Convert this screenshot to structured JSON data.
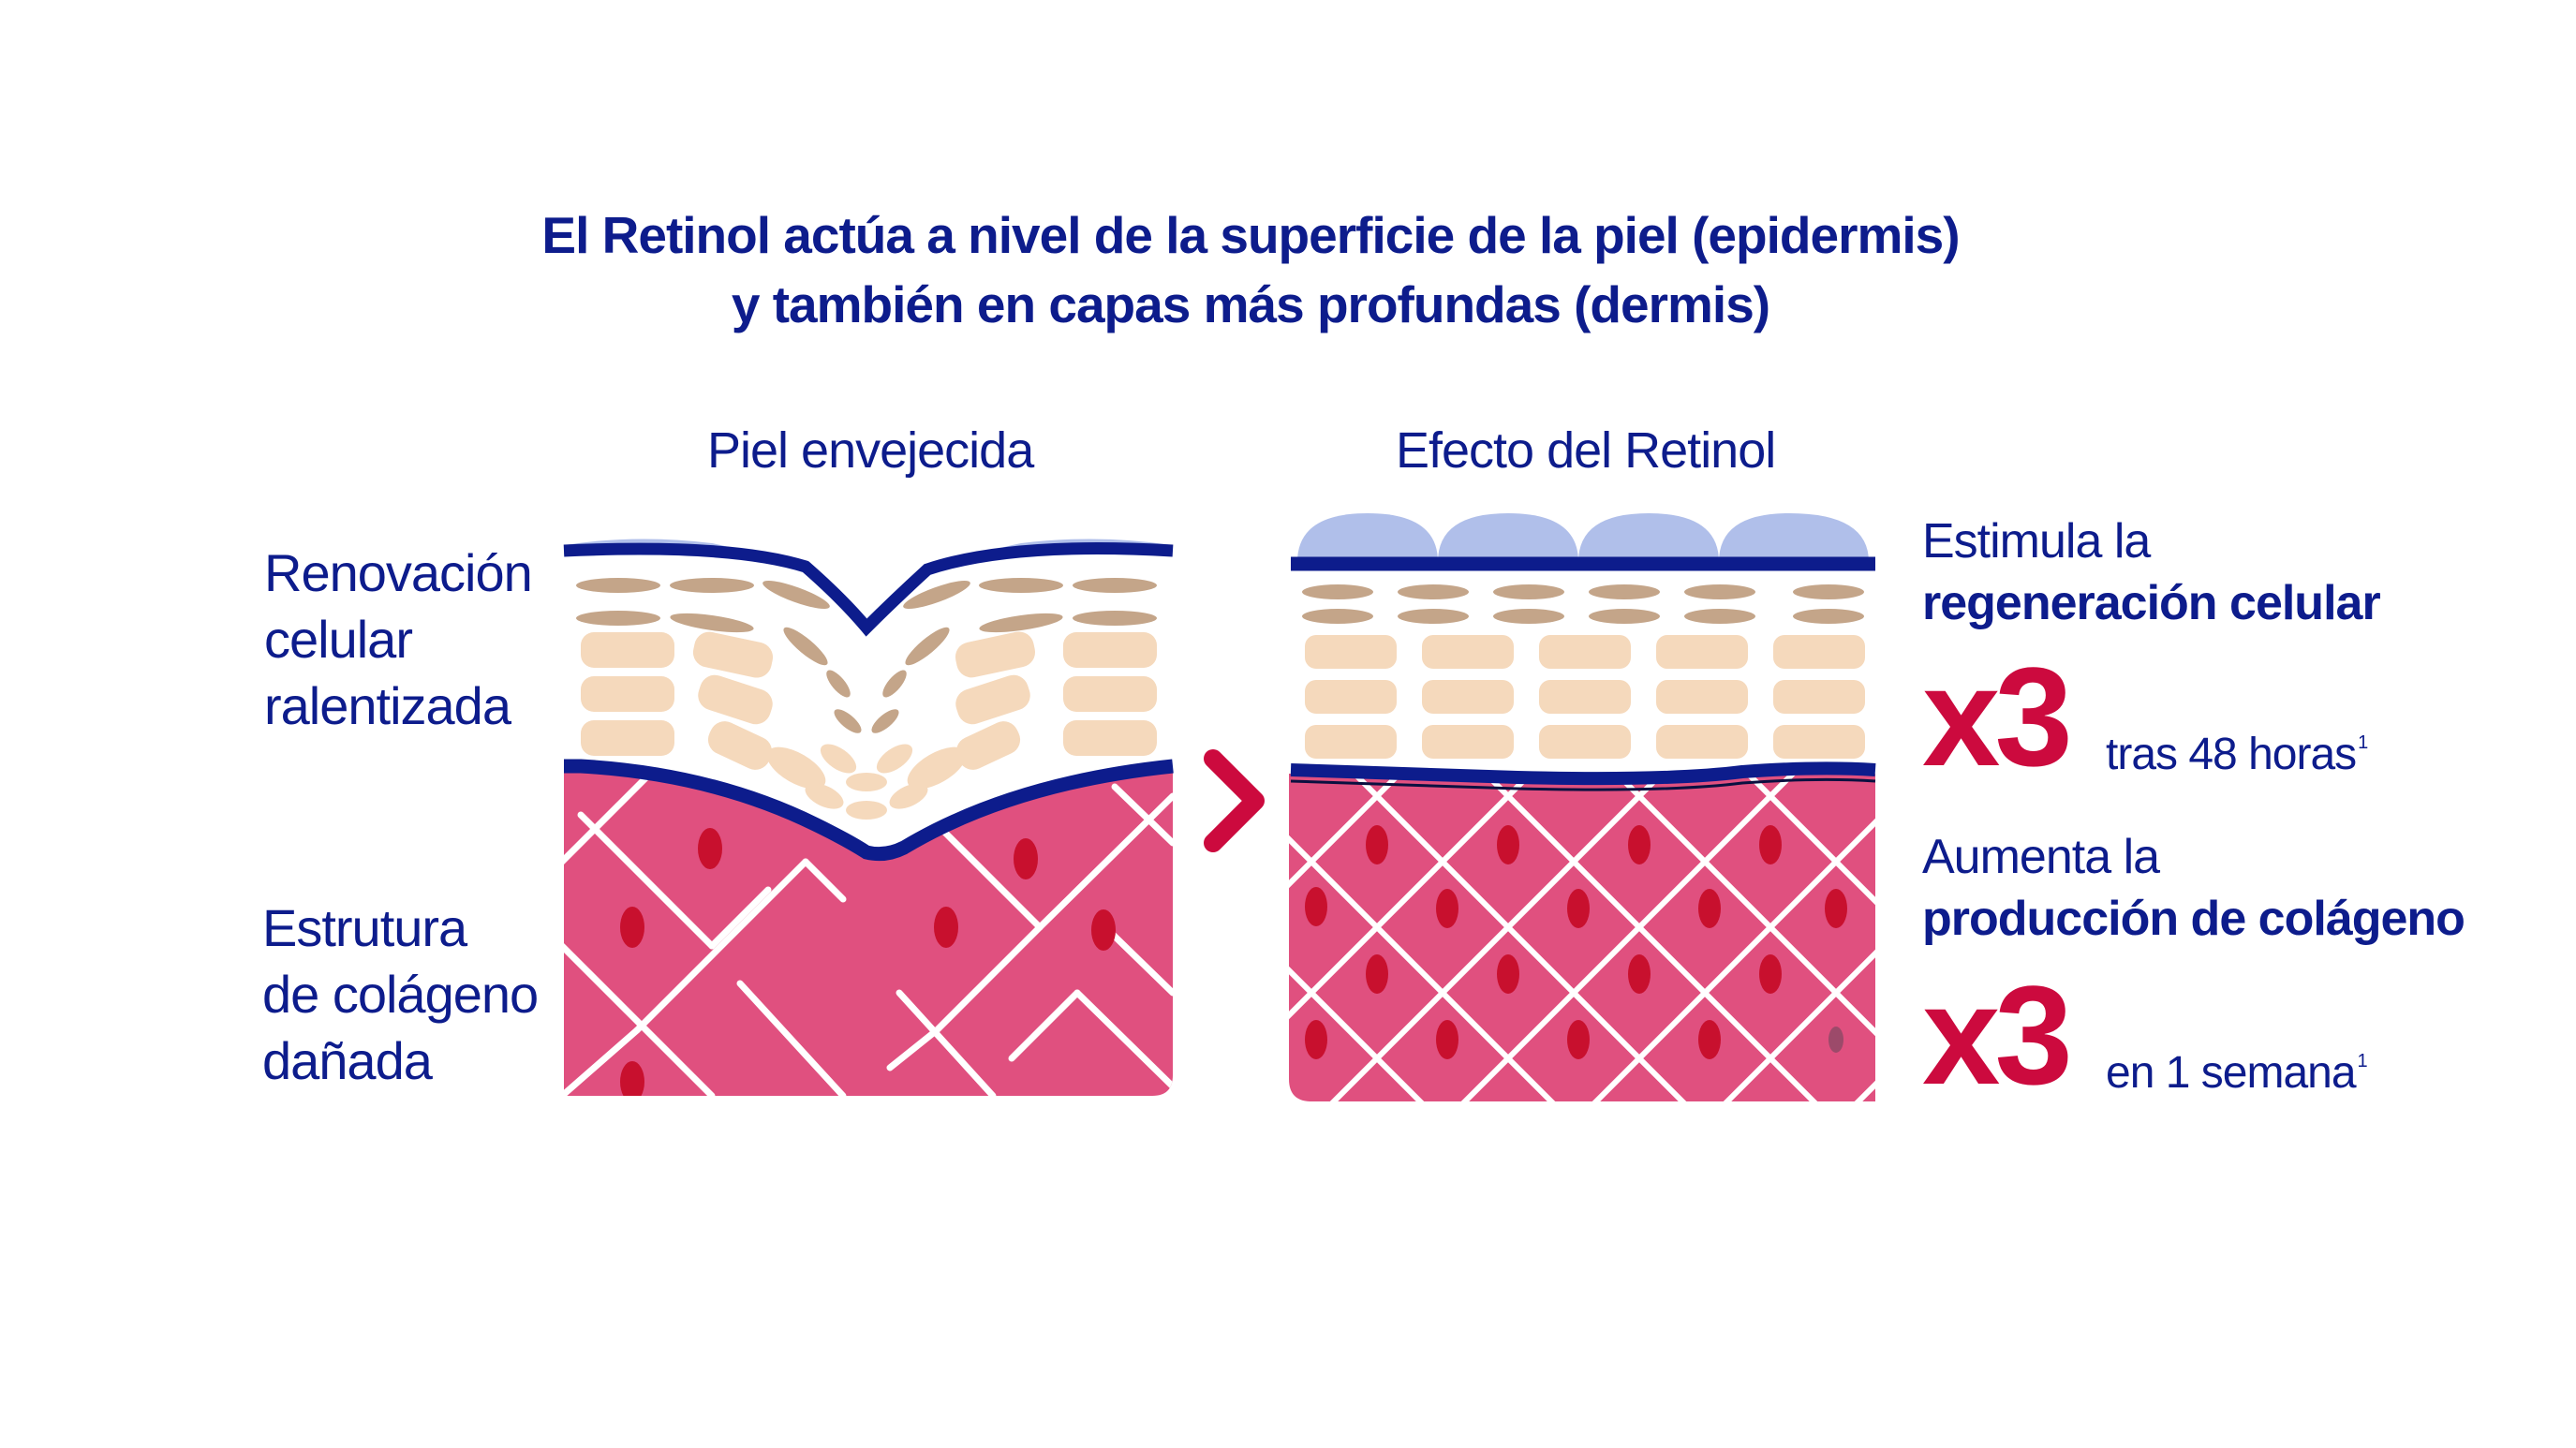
{
  "title": {
    "line1": "El Retinol actúa a nivel de la superficie de la piel (epidermis)",
    "line2": "y también en capas más profundas (dermis)"
  },
  "panels": {
    "left_title": "Piel envejecida",
    "right_title": "Efecto del Retinol"
  },
  "side_labels": {
    "renewal": [
      "Renovación",
      "celular",
      "ralentizada"
    ],
    "collagen": [
      "Estrutura",
      "de colágeno",
      "dañada"
    ]
  },
  "stats": {
    "regeneration": {
      "line1": "Estimula la",
      "line2_bold": "regeneración celular",
      "multiplier": "x3",
      "note": "tras 48 horas",
      "footnote": "1"
    },
    "collagen": {
      "line1": "Aumenta la",
      "line2_bold": "producción de colágeno",
      "multiplier": "x3",
      "note": "en 1 semana",
      "footnote": "1"
    }
  },
  "colors": {
    "navy": "#0d1c8c",
    "crimson": "#cc0a3e",
    "dermis_pink": "#e0507f",
    "cell_beige": "#f5d9bc",
    "flat_cell": "#c4a589",
    "corneum_blue": "#b0bfea"
  },
  "icons": {
    "arrow": "chevron-right-icon"
  }
}
